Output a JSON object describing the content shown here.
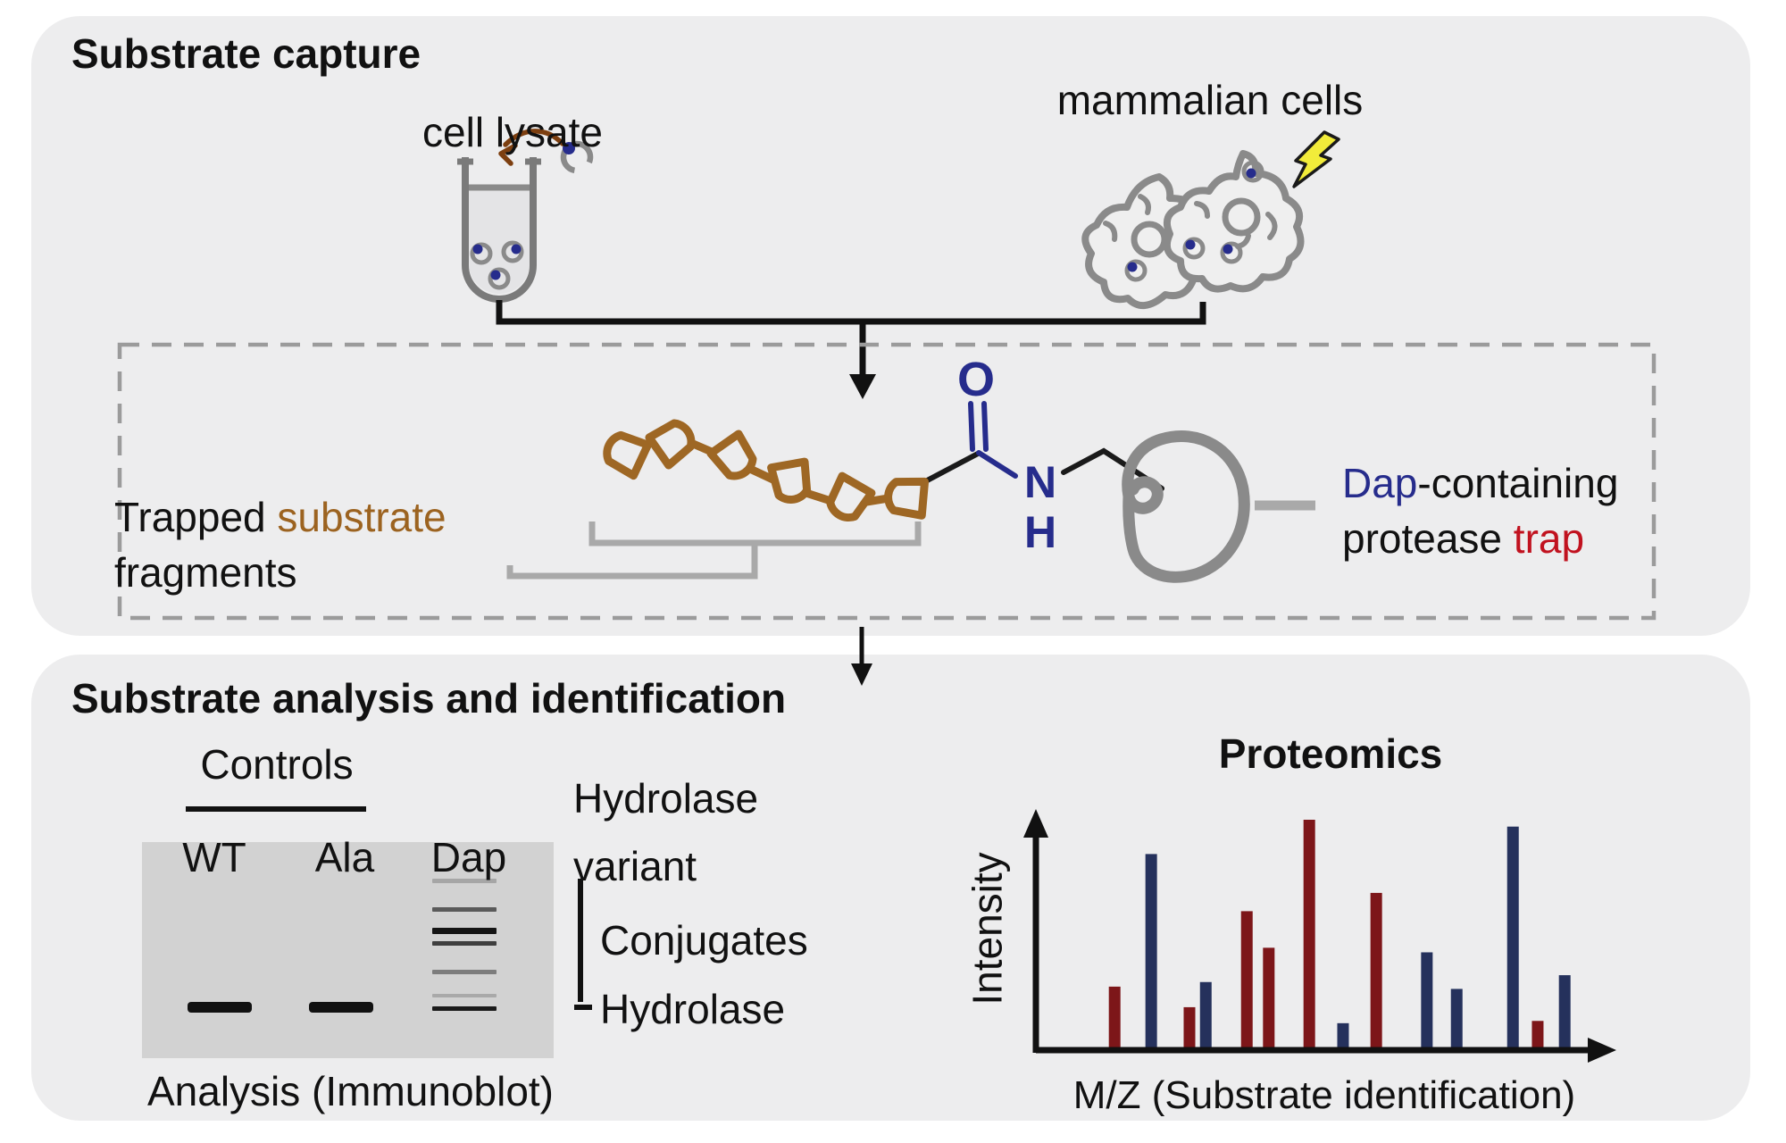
{
  "colors": {
    "panel_bg": "#ededee",
    "outline_gray": "#8a8a8a",
    "bracket_gray": "#a9a9a9",
    "chain_brown": "#9e6724",
    "arrow_brown": "#7d3f10",
    "navy_text": "#262c8c",
    "red_text": "#c1121f",
    "substrate_brown": "#9c6320",
    "bar_red": "#7d1619",
    "bar_blue": "#25315c",
    "gel_bg": "#d2d2d2",
    "lightning_yellow": "#f2ec3a",
    "ink": "#111111"
  },
  "panel1": {
    "title": "Substrate capture",
    "lysate_label": "cell lysate",
    "cells_label": "mammalian cells",
    "trap_box": {
      "trapped_part1": "Trapped ",
      "trapped_substrate": "substrate",
      "trapped_part2": "fragments",
      "dap": "Dap",
      "containing": "-containing",
      "protease": "protease ",
      "trap": "trap",
      "atom_o": "O",
      "atom_n": "N",
      "atom_h": "H"
    }
  },
  "panel2": {
    "title": "Substrate analysis and identification",
    "immunoblot": {
      "controls_label": "Controls",
      "lane_wt": "WT",
      "lane_ala": "Ala",
      "lane_dap": "Dap",
      "variant_line1": "Hydrolase",
      "variant_line2": "variant",
      "conjugates_label": "Conjugates",
      "hydrolase_label": "Hydrolase",
      "caption": "Analysis (Immunoblot)",
      "gel": {
        "band_y": 1122,
        "control_bands": [
          {
            "lane": "WT",
            "x": 210,
            "w": 72
          },
          {
            "lane": "Ala",
            "x": 346,
            "w": 72
          }
        ],
        "dap_lane_x": 484,
        "dap_lane_w": 72,
        "dap_bands": [
          {
            "y": 984,
            "shade": "#a6a6a6",
            "t": 5
          },
          {
            "y": 1016,
            "shade": "#5a5a5a",
            "t": 5
          },
          {
            "y": 1039,
            "shade": "#141414",
            "t": 7
          },
          {
            "y": 1054,
            "shade": "#3f3f3f",
            "t": 5
          },
          {
            "y": 1086,
            "shade": "#7d7d7d",
            "t": 5
          },
          {
            "y": 1113,
            "shade": "#a9a9a9",
            "t": 4
          },
          {
            "y": 1127,
            "shade": "#1a1a1a",
            "t": 5
          }
        ]
      }
    }
  },
  "chart_data": {
    "type": "bar",
    "title": "Proteomics",
    "xlabel": "M/Z (Substrate identification)",
    "ylabel": "Intensity",
    "x_axis": {
      "min": 0,
      "max": 100,
      "tick_labels": "none (schematic mass spectrum)"
    },
    "y_axis": {
      "min": 0,
      "max": 100,
      "tick_labels": "none (schematic intensity)"
    },
    "grid": false,
    "legend": "none",
    "series_colors": {
      "red": "#7d1619",
      "blue": "#25315c"
    },
    "bars": [
      {
        "mz_pos": 14.0,
        "intensity": 27,
        "series": "red"
      },
      {
        "mz_pos": 20.5,
        "intensity": 85,
        "series": "blue"
      },
      {
        "mz_pos": 27.3,
        "intensity": 18,
        "series": "red"
      },
      {
        "mz_pos": 30.2,
        "intensity": 29,
        "series": "blue"
      },
      {
        "mz_pos": 37.5,
        "intensity": 60,
        "series": "red"
      },
      {
        "mz_pos": 41.4,
        "intensity": 44,
        "series": "red"
      },
      {
        "mz_pos": 48.6,
        "intensity": 100,
        "series": "red"
      },
      {
        "mz_pos": 54.6,
        "intensity": 11,
        "series": "blue"
      },
      {
        "mz_pos": 60.5,
        "intensity": 68,
        "series": "red"
      },
      {
        "mz_pos": 69.5,
        "intensity": 42,
        "series": "blue"
      },
      {
        "mz_pos": 74.8,
        "intensity": 26,
        "series": "blue"
      },
      {
        "mz_pos": 84.8,
        "intensity": 97,
        "series": "blue"
      },
      {
        "mz_pos": 89.2,
        "intensity": 12,
        "series": "red"
      },
      {
        "mz_pos": 94.0,
        "intensity": 32,
        "series": "blue"
      }
    ]
  }
}
